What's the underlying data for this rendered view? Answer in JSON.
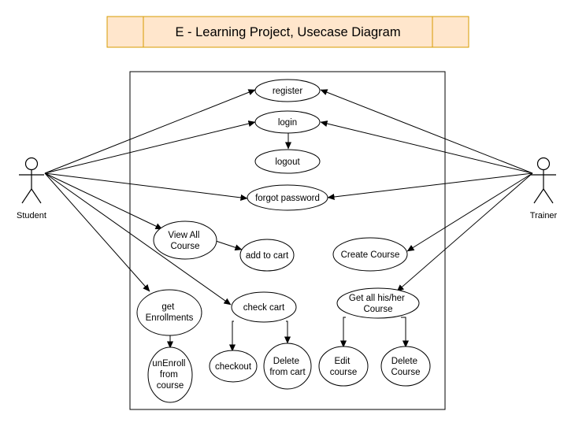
{
  "title": "E - Learning Project, Usecase Diagram",
  "colors": {
    "title_fill": "#FFE6CC",
    "title_stroke": "#D79B00",
    "line": "#000000",
    "background": "#FFFFFF"
  },
  "actors": {
    "student": {
      "label": "Student"
    },
    "trainer": {
      "label": "Trainer"
    }
  },
  "use_cases": {
    "register": {
      "lines": [
        "register"
      ]
    },
    "login": {
      "lines": [
        "login"
      ]
    },
    "logout": {
      "lines": [
        "logout"
      ]
    },
    "forgot_password": {
      "lines": [
        "forgot password"
      ]
    },
    "view_all_course": {
      "lines": [
        "View All",
        "Course"
      ]
    },
    "add_to_cart": {
      "lines": [
        "add to cart"
      ]
    },
    "create_course": {
      "lines": [
        "Create Course"
      ]
    },
    "get_enrollments": {
      "lines": [
        "get",
        "Enrollments"
      ]
    },
    "check_cart": {
      "lines": [
        "check cart"
      ]
    },
    "get_his_her_course": {
      "lines": [
        "Get all his/her",
        "Course"
      ]
    },
    "unenroll": {
      "lines": [
        "unEnroll",
        "from",
        "course"
      ]
    },
    "checkout": {
      "lines": [
        "checkout"
      ]
    },
    "delete_from_cart": {
      "lines": [
        "Delete",
        "from cart"
      ]
    },
    "edit_course": {
      "lines": [
        "Edit",
        "course"
      ]
    },
    "delete_course": {
      "lines": [
        "Delete",
        "Course"
      ]
    }
  }
}
